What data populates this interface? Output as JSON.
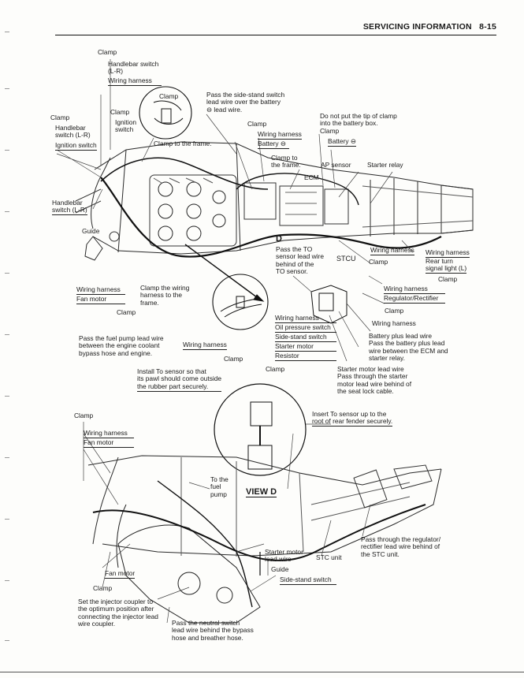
{
  "header": {
    "title": "SERVICING INFORMATION",
    "page": "8-15"
  },
  "labels": {
    "clamp_top": "Clamp",
    "handlebar_switch_lr_a": "Handlebar switch",
    "handlebar_switch_lr_b": "(L-R)",
    "wiring_harness_1": "Wiring harness",
    "clamp_inset": "Clamp",
    "clamp_left": "Clamp",
    "handlebar_switch_left_a": "Handlebar",
    "handlebar_switch_left_b": "switch (L-R)",
    "ignition_switch_left": "Ignition switch",
    "clamp_ign": "Clamp",
    "ignition_switch_a": "Ignition",
    "ignition_switch_b": "switch",
    "clamp_to_frame_1": "Clamp to the frame.",
    "side_stand_note_a": "Pass the side-stand switch",
    "side_stand_note_b": "lead wire over the battery",
    "side_stand_note_c": "⊖ lead wire.",
    "clamp_mid": "Clamp",
    "wiring_harness_2": "Wiring harness",
    "battery_minus_1": "Battery ⊖",
    "clamp_to_frame_2a": "Clamp to",
    "clamp_to_frame_2b": "the frame.",
    "no_clamp_note_a": "Do not put the tip of clamp",
    "no_clamp_note_b": "into the battery box.",
    "clamp_right": "Clamp",
    "battery_minus_2": "Battery ⊖",
    "ap_sensor": "AP sensor",
    "starter_relay": "Starter relay",
    "ecm": "ECM",
    "handlebar_switch_left2_a": "Handlebar",
    "handlebar_switch_left2_b": "switch (L-R)",
    "guide_1": "Guide",
    "view_d_letter": "D",
    "to_sensor_note_a": "Pass the TO",
    "to_sensor_note_b": "sensor lead wire",
    "to_sensor_note_c": "behind of the",
    "to_sensor_note_d": "TO sensor.",
    "stcu": "STCU",
    "wiring_harness_3": "Wiring harness",
    "clamp_stcu": "Clamp",
    "wiring_harness_4": "Wiring harness",
    "rear_turn_a": "Rear turn",
    "rear_turn_b": "signal light (L)",
    "clamp_rt": "Clamp",
    "wiring_harness_5": "Wiring harness",
    "regulator_rectifier": "Regulator/Rectifier",
    "clamp_reg": "Clamp",
    "wiring_harness_6": "Wiring harness",
    "wiring_harness_7": "Wiring harness",
    "fan_motor_1": "Fan motor",
    "clamp_wiring_a": "Clamp the wiring",
    "clamp_wiring_b": "harness to the",
    "clamp_wiring_c": "frame.",
    "clamp_low": "Clamp",
    "wiring_harness_8": "Wiring harness",
    "oil_pressure_switch": "Oil pressure switch",
    "side_stand_switch_1": "Side-stand switch",
    "starter_motor_1": "Starter motor",
    "resistor": "Resistor",
    "battery_plus_a": "Battery plus lead wire",
    "battery_plus_b": "Pass the battery plus lead",
    "battery_plus_c": "wire between the ECM and",
    "battery_plus_d": "starter relay.",
    "fuel_pump_a": "Pass the fuel pump lead wire",
    "fuel_pump_b": "between the engine coolant",
    "fuel_pump_c": "bypass hose and engine.",
    "wiring_harness_9": "Wiring harness",
    "clamp_fp": "Clamp",
    "install_to_a": "Install To sensor so that",
    "install_to_b": "its pawl should come outside",
    "install_to_c": "the rubber part securely.",
    "clamp_mid2": "Clamp",
    "starter_lead_a": "Starter motor lead wire",
    "starter_lead_b": "Pass through the starter",
    "starter_lead_c": "motor lead wire behind of",
    "starter_lead_d": "the seat lock cable.",
    "clamp_view": "Clamp",
    "insert_to_a": "Insert To sensor up to the",
    "insert_to_b": "root of rear fender securely.",
    "wiring_harness_10": "Wiring harness",
    "fan_motor_2": "Fan motor",
    "to_fuel_pump_a": "To the",
    "to_fuel_pump_b": "fuel",
    "to_fuel_pump_c": "pump",
    "view_d": "VIEW D",
    "regulator_note_a": "Pass through the regulator/",
    "regulator_note_b": "rectifier lead wire behind of",
    "regulator_note_c": "the STC unit.",
    "starter_motor_lead_a": "Starter motor",
    "starter_motor_lead_b": "lead wire",
    "stc_unit": "STC unit",
    "guide_2": "Guide",
    "side_stand_switch_2": "Side-stand switch",
    "fan_motor_3": "Fan motor",
    "clamp_bottom": "Clamp",
    "injector_a": "Set the injector coupler to",
    "injector_b": "the optimum position after",
    "injector_c": "connecting the injector lead",
    "injector_d": "wire coupler.",
    "neutral_a": "Pass the neutral switch",
    "neutral_b": "lead wire behind the bypass",
    "neutral_c": "hose and breather hose."
  }
}
